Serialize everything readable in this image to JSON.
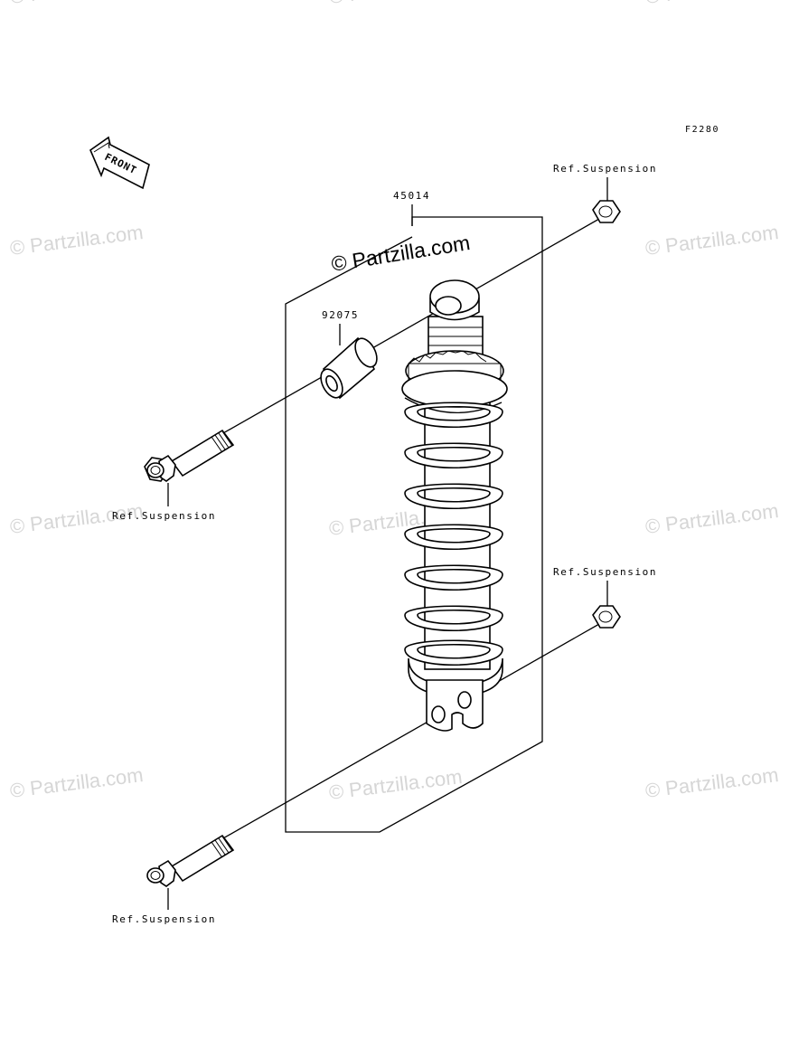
{
  "diagram_code": "F2280",
  "front_label": "FRONT",
  "labels": {
    "shock_absorber": "45014",
    "collar": "92075",
    "ref_top_nut": "Ref.Suspension",
    "ref_upper_bolt": "Ref.Suspension",
    "ref_lower_nut": "Ref.Suspension",
    "ref_lower_bolt": "Ref.Suspension"
  },
  "watermark": {
    "main": "© Partzilla.com",
    "faint": "© Partzilla.com"
  }
}
